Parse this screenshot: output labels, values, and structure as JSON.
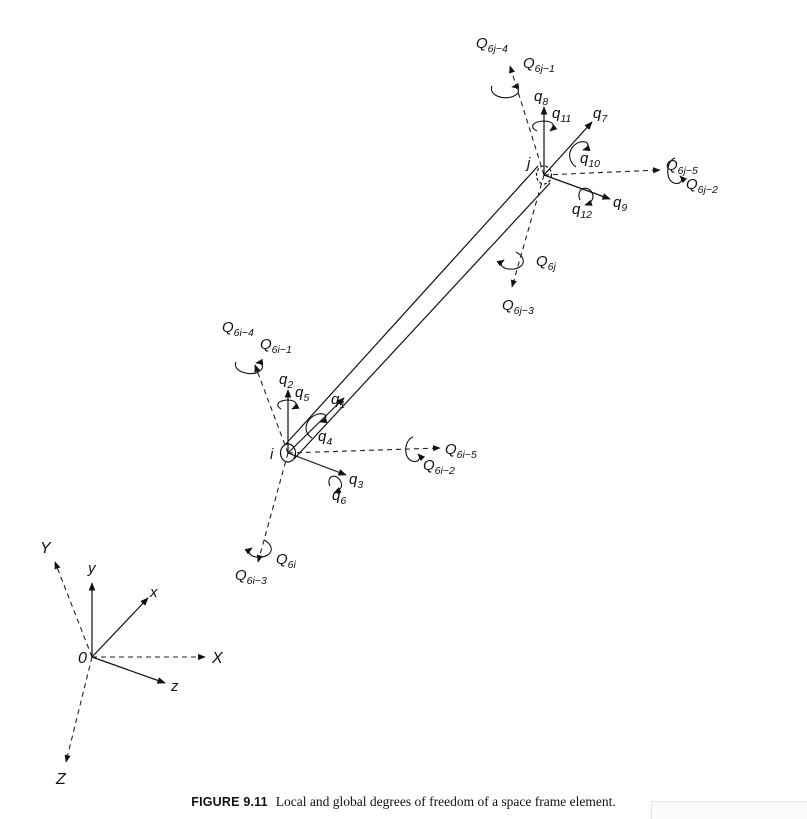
{
  "caption": {
    "figure_number": "FIGURE 9.11",
    "text": "Local and global degrees of freedom of a space frame element."
  },
  "axes": {
    "origin": "0",
    "global_X": "X",
    "global_Y": "Y",
    "global_Z": "Z",
    "local_x": "x",
    "local_y": "y",
    "local_z": "z"
  },
  "nodes": {
    "i": "i",
    "j": "j"
  },
  "local_dofs": {
    "q1": {
      "base": "q",
      "sub": "1"
    },
    "q2": {
      "base": "q",
      "sub": "2"
    },
    "q3": {
      "base": "q",
      "sub": "3"
    },
    "q4": {
      "base": "q",
      "sub": "4"
    },
    "q5": {
      "base": "q",
      "sub": "5"
    },
    "q6": {
      "base": "q",
      "sub": "6"
    },
    "q7": {
      "base": "q",
      "sub": "7"
    },
    "q8": {
      "base": "q",
      "sub": "8"
    },
    "q9": {
      "base": "q",
      "sub": "9"
    },
    "q10": {
      "base": "q",
      "sub": "10"
    },
    "q11": {
      "base": "q",
      "sub": "11"
    },
    "q12": {
      "base": "q",
      "sub": "12"
    }
  },
  "global_dofs": {
    "Q6i_4": {
      "base": "Q",
      "sub": "6i−4"
    },
    "Q6i_1": {
      "base": "Q",
      "sub": "6i−1"
    },
    "Q6i_5": {
      "base": "Q",
      "sub": "6i−5"
    },
    "Q6i_2": {
      "base": "Q",
      "sub": "6i−2"
    },
    "Q6i": {
      "base": "Q",
      "sub": "6i"
    },
    "Q6i_3": {
      "base": "Q",
      "sub": "6i−3"
    },
    "Q6j_4": {
      "base": "Q",
      "sub": "6j−4"
    },
    "Q6j_1": {
      "base": "Q",
      "sub": "6j−1"
    },
    "Q6j_5": {
      "base": "Q",
      "sub": "6j−5"
    },
    "Q6j_2": {
      "base": "Q",
      "sub": "6j−2"
    },
    "Q6j": {
      "base": "Q",
      "sub": "6j"
    },
    "Q6j_3": {
      "base": "Q",
      "sub": "6j−3"
    }
  }
}
